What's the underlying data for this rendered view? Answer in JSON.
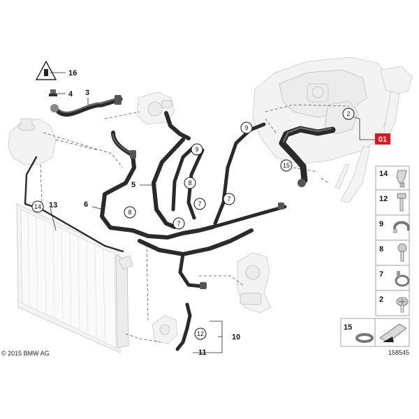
{
  "copyright": "© 2015 BMW AG",
  "diagram_number": "158545",
  "highlight": {
    "label": "01",
    "color": "#e3141b"
  },
  "callouts": {
    "c16": "16",
    "c4": "4",
    "c3": "3",
    "c13": "13",
    "c14": "14",
    "c5": "5",
    "c6": "6",
    "c10": "10",
    "c11": "11",
    "c9": "9",
    "c2": "2",
    "c15": "15"
  },
  "circled": {
    "c14": "14",
    "c8a": "8",
    "c8b": "8",
    "c7a": "7",
    "c7b": "7",
    "c7c": "7",
    "c9a": "9",
    "c9b": "9",
    "c2": "2",
    "c15": "15",
    "c12": "12"
  },
  "parts_list": [
    {
      "num": "14",
      "icon": "clip-icon"
    },
    {
      "num": "12",
      "icon": "bolt-icon"
    },
    {
      "num": "9",
      "icon": "hose-clamp-icon"
    },
    {
      "num": "8",
      "icon": "screw-icon"
    },
    {
      "num": "7",
      "icon": "spring-clamp-icon"
    },
    {
      "num": "2",
      "icon": "pan-screw-icon"
    }
  ],
  "bottom_part": {
    "num": "15",
    "icon": "band-clamp-icon"
  }
}
